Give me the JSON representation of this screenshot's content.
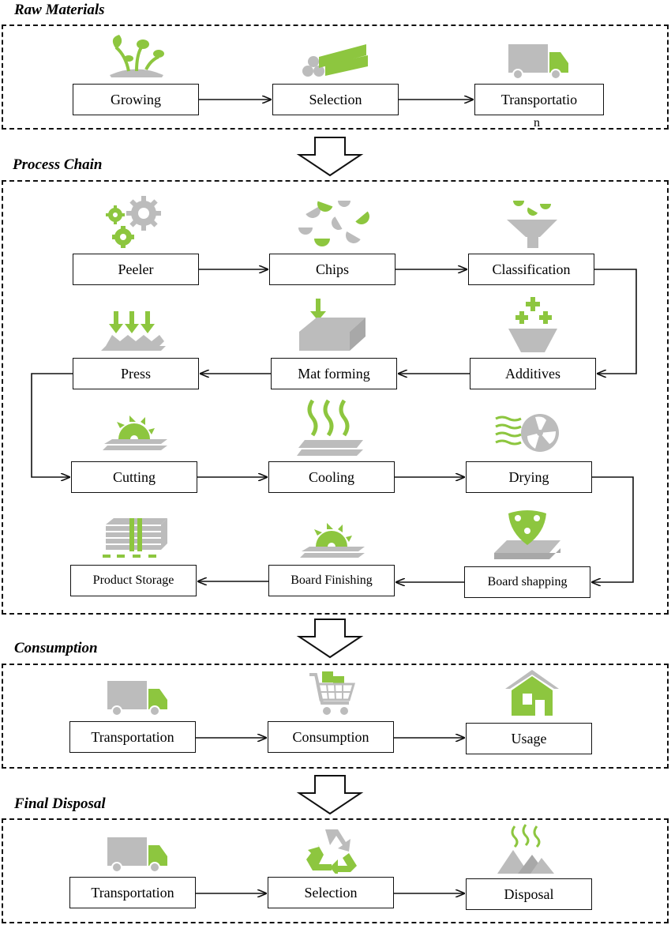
{
  "colors": {
    "green": "#8dc63f",
    "gray": "#bcbcbc",
    "line": "#111111"
  },
  "sections": {
    "raw_materials": "Raw Materials",
    "process_chain": "Process Chain",
    "consumption": "Consumption",
    "final_disposal": "Final Disposal"
  },
  "raw": {
    "growing": "Growing",
    "selection": "Selection",
    "transportation": "Transportatio",
    "transportation_tail": "n"
  },
  "process": {
    "peeler": "Peeler",
    "chips": "Chips",
    "classification": "Classification",
    "press": "Press",
    "mat_forming": "Mat forming",
    "additives": "Additives",
    "cutting": "Cutting",
    "cooling": "Cooling",
    "drying": "Drying",
    "product_storage": "Product Storage",
    "board_finishing": "Board Finishing",
    "board_shapping": "Board shapping"
  },
  "consumption": {
    "transportation": "Transportation",
    "consumption": "Consumption",
    "usage": "Usage"
  },
  "disposal": {
    "transportation": "Transportation",
    "selection": "Selection",
    "disposal": "Disposal"
  },
  "icons": [
    "sprout-icon",
    "logs-icon",
    "truck-icon",
    "gears-icon",
    "chips-icon",
    "funnel-icon",
    "press-arrows-icon",
    "mat-block-icon",
    "additives-bowl-icon",
    "saw-icon",
    "steam-board-icon",
    "fan-icon",
    "stack-icon",
    "finishing-saw-icon",
    "shaping-board-icon",
    "truck-icon",
    "cart-icon",
    "house-icon",
    "truck-icon",
    "recycle-icon",
    "disposal-piles-icon"
  ]
}
